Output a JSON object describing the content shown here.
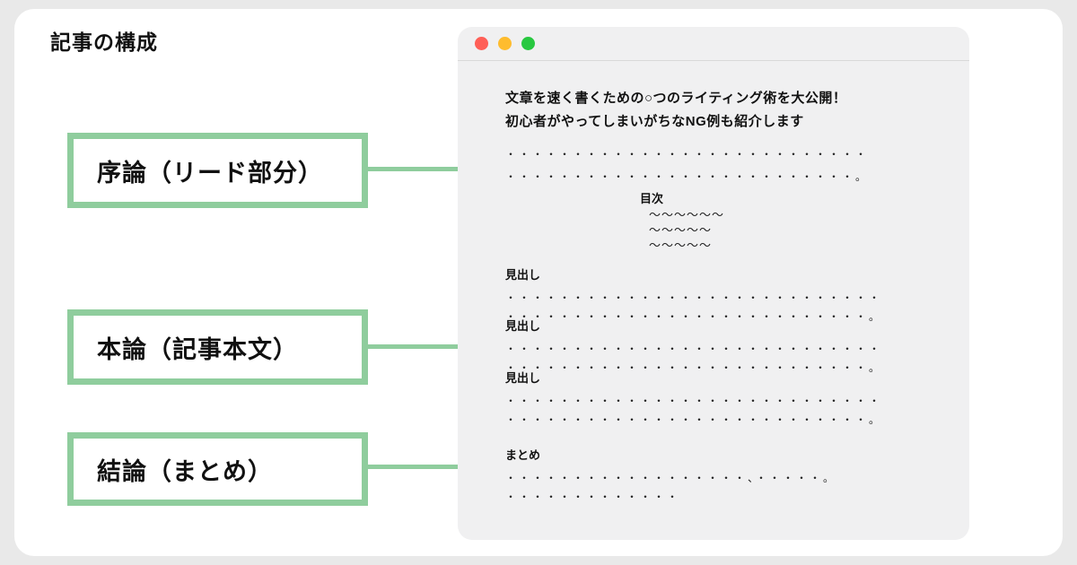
{
  "page": {
    "title": "記事の構成"
  },
  "colors": {
    "background": "#e9e9e9",
    "card": "#ffffff",
    "accent_green": "#8fcd9d",
    "browser_background": "#f0f0f1",
    "divider": "#d9d9d9",
    "traffic_red": "#ff5f57",
    "traffic_yellow": "#febc2e",
    "traffic_green": "#28c840",
    "text": "#111111"
  },
  "structure_labels": [
    {
      "label": "序論（リード部分）"
    },
    {
      "label": "本論（記事本文）"
    },
    {
      "label": "結論（まとめ）"
    }
  ],
  "browser": {
    "window_controls": [
      "close",
      "minimize",
      "maximize"
    ],
    "article_title_line1": "文章を速く書くための○つのライティング術を大公開！",
    "article_title_line2": "初心者がやってしまいがちなNG例も紹介します",
    "lead": {
      "dots_line1": "・・・・・・・・・・・・・・・・・・・・・・・・・・・",
      "dots_line2": "・・・・・・・・・・・・・・・・・・・・・・・・・・。"
    },
    "toc": {
      "title": "目次",
      "line1": "～～～～～～",
      "line2": "～～～～～",
      "line3": "～～～～～"
    },
    "sections": [
      {
        "heading": "見出し",
        "dots_line1": "・・・・・・・・・・・・・・・・・・・・・・・・・・・・",
        "dots_line2": "・・・・・・・・・・・・・・・・・・・・・・・・・・・。"
      },
      {
        "heading": "見出し",
        "dots_line1": "・・・・・・・・・・・・・・・・・・・・・・・・・・・・",
        "dots_line2": "・・・・・・・・・・・・・・・・・・・・・・・・・・・。"
      },
      {
        "heading": "見出し",
        "dots_line1": "・・・・・・・・・・・・・・・・・・・・・・・・・・・・",
        "dots_line2": "・・・・・・・・・・・・・・・・・・・・・・・・・・・。"
      }
    ],
    "summary": {
      "heading": "まとめ",
      "dots_line1": "・・・・・・・・・・・・・・・・・・、・・・・・。",
      "dots_line2": "・・・・・・・・・・・・・"
    }
  }
}
